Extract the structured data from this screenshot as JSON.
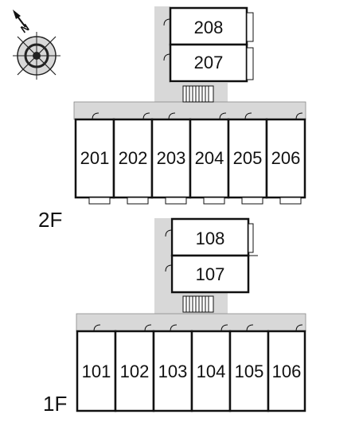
{
  "compass": {
    "icon": "compass-rose-icon",
    "north_label": "N"
  },
  "floors": [
    {
      "label": "2F",
      "upper_units": [
        "208",
        "207"
      ],
      "lower_units": [
        "201",
        "202",
        "203",
        "204",
        "205",
        "206"
      ]
    },
    {
      "label": "1F",
      "upper_units": [
        "108",
        "107"
      ],
      "lower_units": [
        "101",
        "102",
        "103",
        "104",
        "105",
        "106"
      ]
    }
  ],
  "colors": {
    "corridor": "#d8d8d8",
    "wall": "#111111",
    "background": "#ffffff"
  }
}
